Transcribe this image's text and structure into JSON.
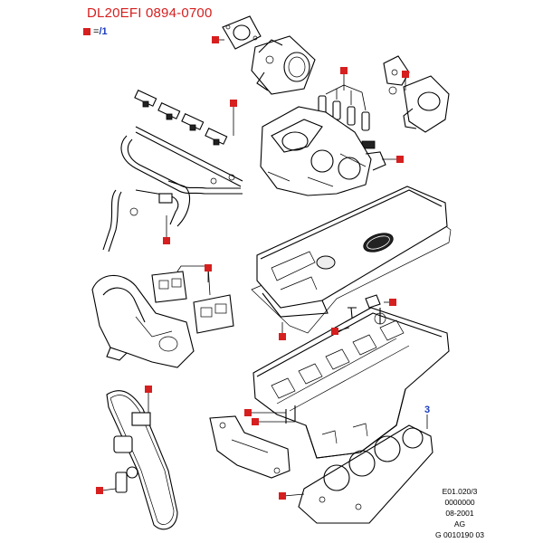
{
  "header": {
    "title": "DL20EFI 0894-0700",
    "legend_eq": "=",
    "legend_num": "/1"
  },
  "callout": "3",
  "info_lines": [
    "E01.020/3",
    "0000000",
    "08-2001",
    "AG",
    "G 0010190 03"
  ],
  "marker_color": "#d61f1f",
  "callout_color": "#1a3bbd",
  "part_icons": [
    "gasket-icon",
    "throttle-body-icon",
    "thermostat-housing-icon",
    "injector-icon",
    "fuel-rail-icon",
    "intake-manifold-icon",
    "rocker-cover-icon",
    "ford-logo-icon",
    "exhaust-manifold-icon",
    "timing-chain-icon",
    "cylinder-head-icon",
    "head-gasket-icon"
  ]
}
